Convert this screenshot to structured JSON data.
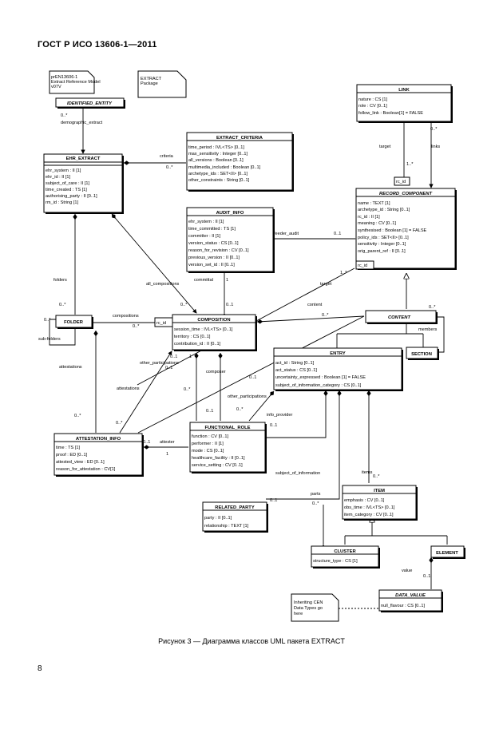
{
  "header": {
    "title": "ГОСТ Р ИСО 13606-1—2011"
  },
  "caption": "Рисунок 3 — Диаграмма классов UML пакета EXTRACT",
  "page_number": "8",
  "notes": {
    "top_left": [
      "prEN13606-1",
      "Extract Reference Model",
      "v07V"
    ],
    "extract_package": [
      "EXTRACT",
      "Package"
    ],
    "bottom": [
      "Inheriting CEN",
      "Data Types go",
      "here"
    ]
  },
  "classes": {
    "identified_entity": {
      "title": "IDENTIFIED_ENTITY"
    },
    "ehr_extract": {
      "title": "EHR_EXTRACT",
      "attrs": [
        "ehr_system : II [1]",
        "ehr_id : II [1]",
        "subject_of_care : II [1]",
        "time_created : TS [1]",
        "authorising_party : II [0..1]",
        "rm_id : String [1]"
      ]
    },
    "extract_criteria": {
      "title": "EXTRACT_CRITERIA",
      "attrs": [
        "time_period : IVL<TS> [0..1]",
        "max_sensitivity : Integer [0..1]",
        "all_versions : Boolean [0..1]",
        "multimedia_included : Boolean [0..1]",
        "archetype_ids : SET<II> [0..1]",
        "other_constraints : String [0..1]"
      ]
    },
    "link": {
      "title": "LINK",
      "attrs": [
        "nature : CS [1]",
        "role : CV [0..1]",
        "follow_link : Boolean[1] = FALSE"
      ]
    },
    "record_component": {
      "title": "RECORD_COMPONENT",
      "attrs": [
        "name : TEXT [1]",
        "archetype_id : String [0..1]",
        "rc_id : II [1]",
        "meaning : CV [0..1]",
        "synthesised : Boolean [1] = FALSE",
        "policy_ids : SET<II> [0..1]",
        "sensitivity : Integer [0..1]",
        "orig_parent_ref : II [0..1]"
      ]
    },
    "audit_info": {
      "title": "AUDIT_INFO",
      "attrs": [
        "ehr_system : II [1]",
        "time_committed : TS [1]",
        "committer : II [1]",
        "version_status : CS [0..1]",
        "reason_for_revision : CV [0..1]",
        "previous_version : II [0..1]",
        "version_set_id : II [0..1]"
      ]
    },
    "folder": {
      "title": "FOLDER"
    },
    "composition": {
      "title": "COMPOSITION",
      "attrs": [
        "session_time : IVL<TS> [0..1]",
        "territory : CS [0..1]",
        "contribution_id : II [0..1]"
      ]
    },
    "content": {
      "title": "CONTENT"
    },
    "section": {
      "title": "SECTION"
    },
    "entry": {
      "title": "ENTRY",
      "attrs": [
        "act_id : String [0..1]",
        "act_status : CS [0..1]",
        "uncertainty_expressed : Boolean [1] = FALSE",
        "subject_of_information_category : CS [0..1]"
      ]
    },
    "attestation_info": {
      "title": "ATTESTATION_INFO",
      "attrs": [
        "time : TS [1]",
        "proof : ED [0..1]",
        "attested_view : ED [0..1]",
        "reason_for_attestation : CV[1]"
      ]
    },
    "functional_role": {
      "title": "FUNCTIONAL_ROLE",
      "attrs": [
        "function : CV [0..1]",
        "performer : II [1]",
        "mode : CS [0..1]",
        "healthcare_facility : II [0..1]",
        "service_setting : CV [0..1]"
      ]
    },
    "related_party": {
      "title": "RELATED_PARTY",
      "attrs": [
        "party : II [0..1]",
        "relationship : TEXT [1]"
      ]
    },
    "item": {
      "title": "ITEM",
      "attrs": [
        "emphasis : CV [0..1]",
        "obs_time : IVL<TS> [0..1]",
        "item_category : CV [0..1]"
      ]
    },
    "cluster": {
      "title": "CLUSTER",
      "attrs": [
        "structure_type : CS [1]"
      ]
    },
    "element": {
      "title": "ELEMENT"
    },
    "data_value": {
      "title": "DATA_VALUE",
      "attrs": [
        "null_flavour : CS [0..1]"
      ]
    },
    "rc_id": {
      "title": "rc_id"
    }
  },
  "labels": {
    "demographic_extract": "demographic_extract",
    "m_0_star": "0..*",
    "criteria": "criteria",
    "target": "target",
    "links": "links",
    "m_1_star": "1..*",
    "feeder_audit": "feeder_audit",
    "m_0_1": "0..1",
    "committal": "committal",
    "m_1": "1",
    "folders": "folders",
    "all_compositions": "all_compositions",
    "compositions": "compositions",
    "sub_folders": "sub-folders",
    "content": "content",
    "members": "members",
    "attestations": "attestations",
    "other_participations": "other_participations",
    "composer": "composer",
    "info_provider": "info_provider",
    "attester": "attester",
    "subject_of_information": "subject_of_information",
    "items": "items",
    "parts": "parts",
    "value": "value"
  }
}
